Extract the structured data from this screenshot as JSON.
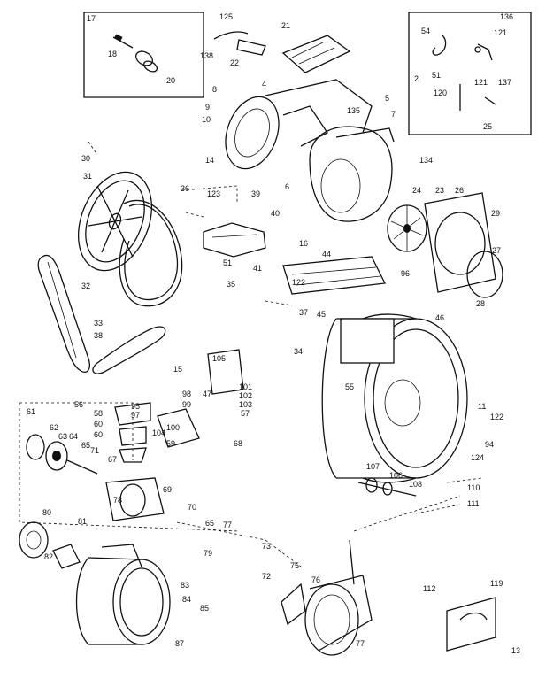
{
  "labels": {
    "n17": "17",
    "n18": "18",
    "n20": "20",
    "n125": "125",
    "n21": "21",
    "n22": "22",
    "n138": "138",
    "n136": "136",
    "n54": "54",
    "n121a": "121",
    "n2": "2",
    "n51": "51",
    "n120": "120",
    "n121b": "121",
    "n137": "137",
    "n25": "25",
    "n8": "8",
    "n9": "9",
    "n10": "10",
    "n4": "4",
    "n5": "5",
    "n7": "7",
    "n135": "135",
    "n14": "14",
    "n134": "134",
    "n30": "30",
    "n31": "31",
    "n36": "36",
    "n123": "123",
    "n39": "39",
    "n6": "6",
    "n40": "40",
    "n24": "24",
    "n23": "23",
    "n26": "26",
    "n29": "29",
    "n27": "27",
    "n96": "96",
    "n28": "28",
    "n32": "32",
    "n33": "33",
    "n38": "38",
    "n35": "35",
    "n16": "16",
    "n44": "44",
    "n122a": "122",
    "n41": "41",
    "n37": "37",
    "n45": "45",
    "n34": "34",
    "n46": "46",
    "n15": "15",
    "n105": "105",
    "n98": "98",
    "n99": "99",
    "n47": "47",
    "n101": "101",
    "n102": "102",
    "n103": "103",
    "n57": "57",
    "n55": "55",
    "n11": "11",
    "n122b": "122",
    "n94": "94",
    "n124": "124",
    "n61": "61",
    "n56": "56",
    "n58": "58",
    "n60": "60",
    "n95": "95",
    "n97": "97",
    "n104": "104",
    "n100": "100",
    "n59": "59",
    "n68": "68",
    "n62": "62",
    "n63": "63",
    "n64": "64",
    "n65": "65",
    "n71": "71",
    "n67": "67",
    "n69": "69",
    "n78": "78",
    "n70": "70",
    "n107": "107",
    "n106": "106",
    "n108": "108",
    "n110": "110",
    "n111": "111",
    "n80": "80",
    "n81": "81",
    "n82": "82",
    "n79": "79",
    "n65b": "65",
    "n77": "77",
    "n73": "73",
    "n83": "83",
    "n84": "84",
    "n85": "85",
    "n87": "87",
    "n75": "75",
    "n76": "76",
    "n72": "72",
    "n112": "112",
    "n119": "119",
    "n13": "13"
  }
}
